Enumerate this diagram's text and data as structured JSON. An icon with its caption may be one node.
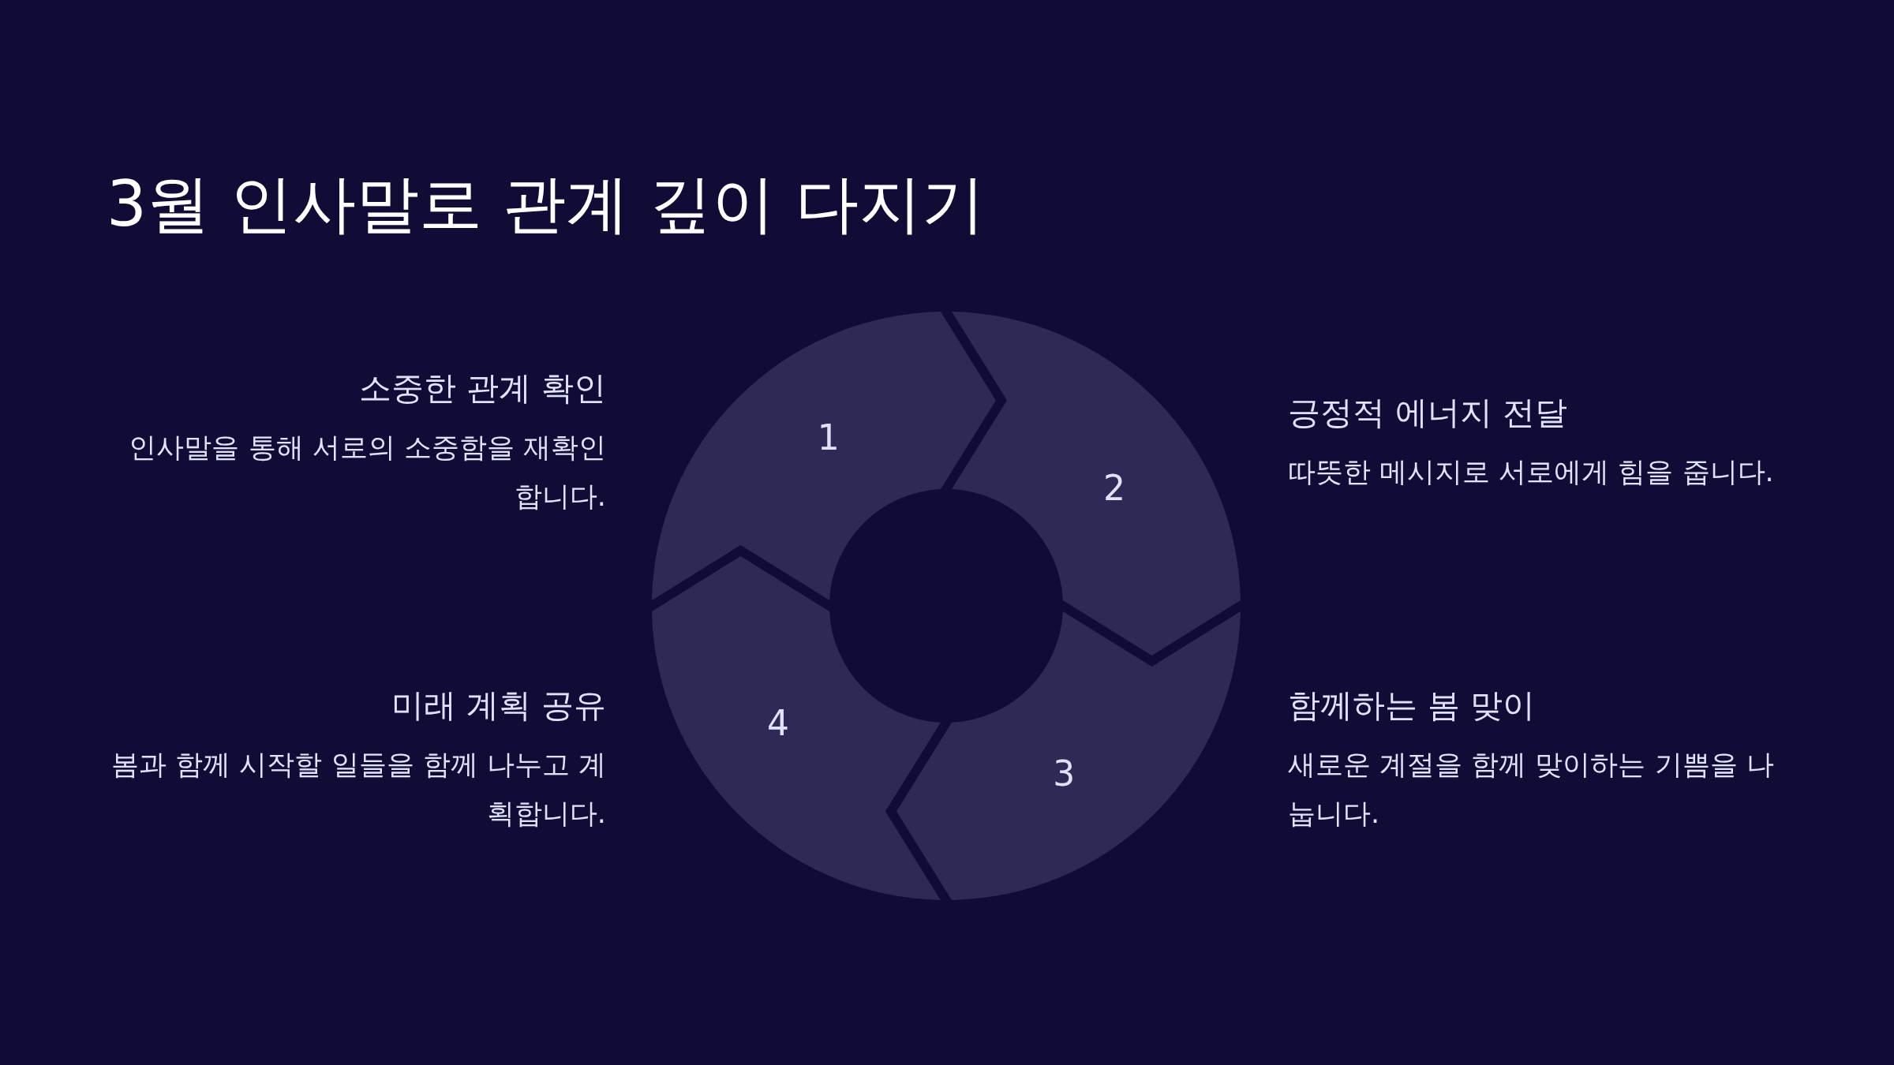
{
  "diagram": {
    "title": "3월 인사말로 관계 깊이 다지기",
    "nodes": [
      {
        "text": [
          "1"
        ],
        "beside": [
          "소중한 관계 확인",
          "인사말을 통해 서로의 소중함을 재확인합니다."
        ]
      },
      {
        "text": [
          "2"
        ],
        "beside": [
          "긍정적 에너지 전달",
          "따뜻한 메시지로 서로에게 힘을 줍니다."
        ]
      },
      {
        "text": [
          "3"
        ],
        "beside": [
          "함께하는 봄 맞이",
          "새로운 계절을 함께 맞이하는 기쁨을 나눕니다."
        ]
      },
      {
        "text": [
          "4"
        ],
        "beside": [
          "미래 계획 공유",
          "봄과 함께 시작할 일들을 함께 나누고 계획합니다."
        ]
      }
    ]
  }
}
